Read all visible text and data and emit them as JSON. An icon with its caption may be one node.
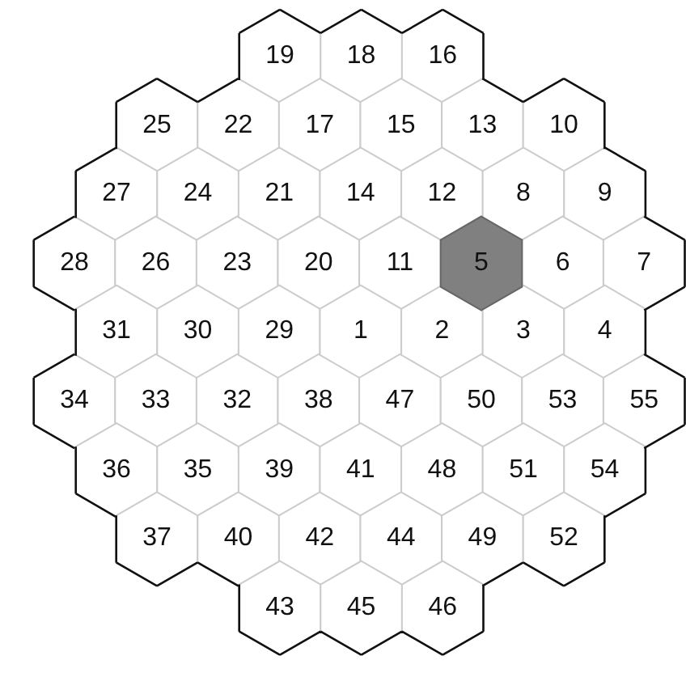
{
  "diagram": {
    "nodes": [
      {
        "text": [
          "19"
        ]
      },
      {
        "text": [
          "18"
        ]
      },
      {
        "text": [
          "16"
        ]
      },
      {
        "text": [
          "25"
        ]
      },
      {
        "text": [
          "22"
        ]
      },
      {
        "text": [
          "17"
        ]
      },
      {
        "text": [
          "15"
        ]
      },
      {
        "text": [
          "13"
        ]
      },
      {
        "text": [
          "10"
        ]
      },
      {
        "text": [
          "27"
        ]
      },
      {
        "text": [
          "24"
        ]
      },
      {
        "text": [
          "21"
        ]
      },
      {
        "text": [
          "14"
        ]
      },
      {
        "text": [
          "12"
        ]
      },
      {
        "text": [
          "8"
        ]
      },
      {
        "text": [
          "9"
        ]
      },
      {
        "text": [
          "28"
        ]
      },
      {
        "text": [
          "26"
        ]
      },
      {
        "text": [
          "23"
        ]
      },
      {
        "text": [
          "20"
        ]
      },
      {
        "text": [
          "11"
        ]
      },
      {
        "text": [
          "5"
        ]
      },
      {
        "text": [
          "6"
        ]
      },
      {
        "text": [
          "7"
        ]
      },
      {
        "text": [
          "31"
        ]
      },
      {
        "text": [
          "30"
        ]
      },
      {
        "text": [
          "29"
        ]
      },
      {
        "text": [
          "1"
        ]
      },
      {
        "text": [
          "2"
        ]
      },
      {
        "text": [
          "3"
        ]
      },
      {
        "text": [
          "4"
        ]
      },
      {
        "text": [
          "34"
        ]
      },
      {
        "text": [
          "33"
        ]
      },
      {
        "text": [
          "32"
        ]
      },
      {
        "text": [
          "38"
        ]
      },
      {
        "text": [
          "47"
        ]
      },
      {
        "text": [
          "50"
        ]
      },
      {
        "text": [
          "53"
        ]
      },
      {
        "text": [
          "55"
        ]
      },
      {
        "text": [
          "36"
        ]
      },
      {
        "text": [
          "35"
        ]
      },
      {
        "text": [
          "39"
        ]
      },
      {
        "text": [
          "41"
        ]
      },
      {
        "text": [
          "48"
        ]
      },
      {
        "text": [
          "51"
        ]
      },
      {
        "text": [
          "54"
        ]
      },
      {
        "text": [
          "37"
        ]
      },
      {
        "text": [
          "40"
        ]
      },
      {
        "text": [
          "42"
        ]
      },
      {
        "text": [
          "44"
        ]
      },
      {
        "text": [
          "49"
        ]
      },
      {
        "text": [
          "52"
        ]
      },
      {
        "text": [
          "43"
        ]
      },
      {
        "text": [
          "45"
        ]
      },
      {
        "text": [
          "46"
        ]
      }
    ]
  }
}
